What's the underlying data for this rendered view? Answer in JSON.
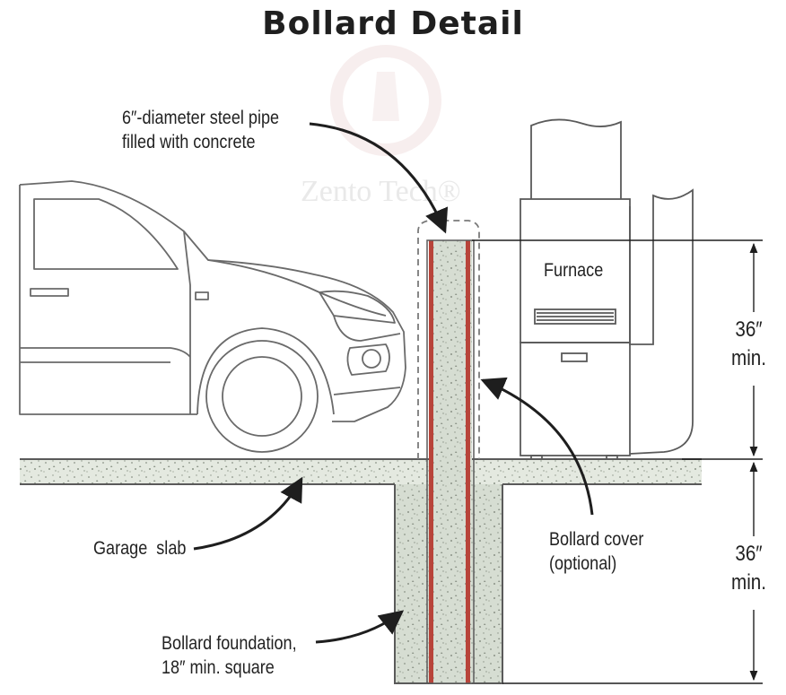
{
  "title": "Bollard Detail",
  "watermark": "Zento Tech®",
  "labels": {
    "pipe": [
      "6″-diameter steel pipe",
      "filled with concrete"
    ],
    "furnace": "Furnace",
    "height_above": [
      "36″",
      "min."
    ],
    "height_below": [
      "36″",
      "min."
    ],
    "cover": [
      "Bollard cover",
      "(optional)"
    ],
    "slab": "Garage  slab",
    "foundation": [
      "Bollard foundation,",
      "18″ min. square"
    ]
  },
  "colors": {
    "line": "#5a5a5a",
    "concrete_fill": "#d6ddd2",
    "slab_fill": "#e4e9e0",
    "pipe_wall": "#b8443a",
    "arrow": "#1e1e1e"
  }
}
